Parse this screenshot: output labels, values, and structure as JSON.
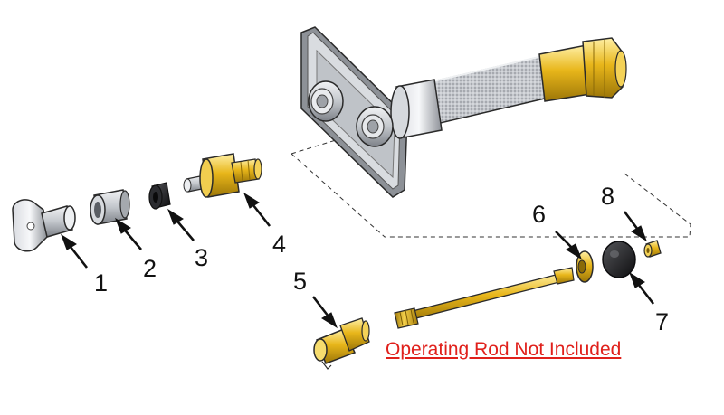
{
  "callouts": {
    "c1": "1",
    "c2": "2",
    "c3": "3",
    "c4": "4",
    "c5": "5",
    "c6": "6",
    "c7": "7",
    "c8": "8"
  },
  "note": {
    "text": "Operating Rod Not Included",
    "color": "#e0201b"
  },
  "colors": {
    "brass": "#e8b61a",
    "brass_dark": "#a9820c",
    "steel": "#c9ccd1",
    "steel_dark": "#7b7f86",
    "rubber": "#1c1c1e",
    "outline": "#2a2a2a"
  }
}
